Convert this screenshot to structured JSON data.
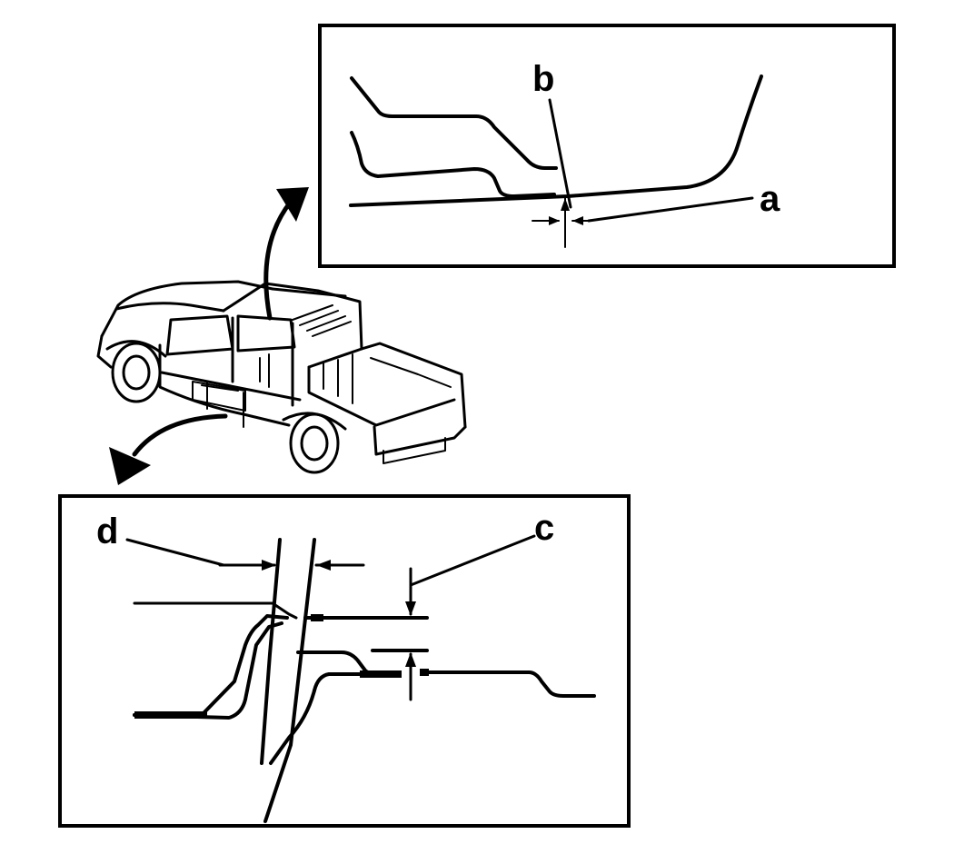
{
  "labels": {
    "a": "a",
    "b": "b",
    "c": "c",
    "d": "d"
  },
  "colors": {
    "ink": "#000000",
    "paper": "#ffffff"
  },
  "icons": {
    "vehicle": "pickup-truck-icon",
    "arrow_up": "curved-arrow-up-icon",
    "arrow_down": "curved-arrow-down-icon"
  }
}
